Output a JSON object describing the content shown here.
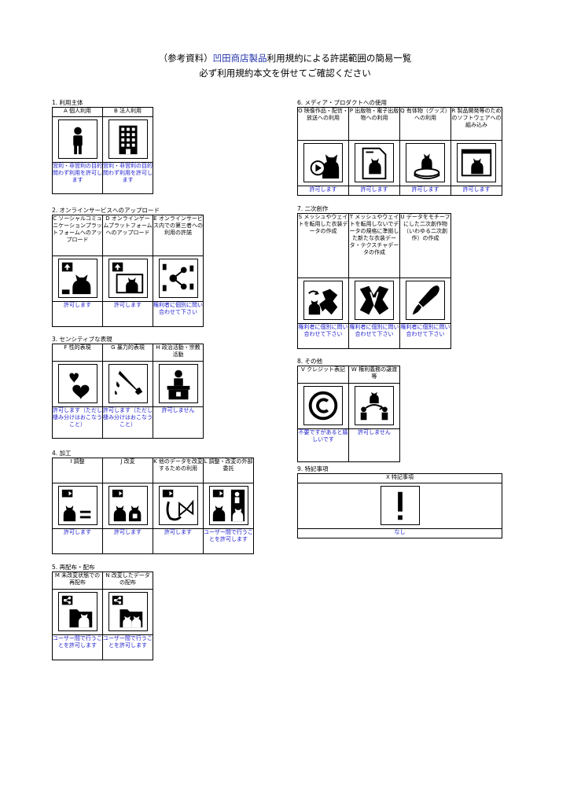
{
  "title": {
    "line1_pre": "（参考資料）",
    "line1_link": "凹田商店製品",
    "line1_post": "利用規約による許諾範囲の簡易一覧",
    "line2": "必ず利用規約本文を併せてご確認ください"
  },
  "sections": {
    "s1": {
      "title": "1. 利用主体",
      "items": [
        {
          "label": "A 個人利用",
          "result": "営利・非営利の目的問わず利用を許可します",
          "icon": "person-icon"
        },
        {
          "label": "B 法人利用",
          "result": "営利・非営利の目的問わず利用を許可します",
          "icon": "building-icon"
        }
      ]
    },
    "s2": {
      "title": "2. オンラインサービスへのアップロード",
      "items": [
        {
          "label": "C ソーシャルコミュニケーションプラットフォームへのアップロード",
          "result": "許可します",
          "icon": "upload-cat-icon"
        },
        {
          "label": "D オンラインゲームプラットフォームへのアップロード",
          "result": "許可します",
          "icon": "upload-screen-icon"
        },
        {
          "label": "E オンラインサービス内での第三者への利用の許諾",
          "result": "権利者に個別に問い合わせて下さい",
          "icon": "share-icon"
        }
      ]
    },
    "s3": {
      "title": "3. センシティブな表現",
      "items": [
        {
          "label": "F 性的表現",
          "result": "許可します（ただし棲み分けはおこなうこと）",
          "icon": "hearts-icon"
        },
        {
          "label": "G 暴力的表現",
          "result": "許可します（ただし棲み分けはおこなうこと）",
          "icon": "knife-icon"
        },
        {
          "label": "H 政治活動・宗教活動",
          "result": "許可しません",
          "icon": "podium-icon"
        }
      ]
    },
    "s4": {
      "title": "4. 加工",
      "items": [
        {
          "label": "I 調整",
          "result": "許可します",
          "icon": "adjust-icon"
        },
        {
          "label": "J 改変",
          "result": "許可します",
          "icon": "modify-icon"
        },
        {
          "label": "K 他のデータを改変するための利用",
          "result": "許可します",
          "icon": "reuse-icon"
        },
        {
          "label": "L 調整・改変の外部委託",
          "result": "ユーザー間で行うことを許可します",
          "icon": "outsource-icon"
        }
      ]
    },
    "s5": {
      "title": "5. 再配布・配布",
      "items": [
        {
          "label": "M 未改変状態での再配布",
          "result": "ユーザー間で行うことを許可します",
          "icon": "redistribute-icon"
        },
        {
          "label": "N 改変したデータの配布",
          "result": "ユーザー間で行うことを許可します",
          "icon": "distribute-icon"
        }
      ]
    },
    "s6": {
      "title": "6. メディア・プロダクトへの使用",
      "items": [
        {
          "label": "O 映像作品・配信・放送への利用",
          "result": "許可します",
          "icon": "video-icon"
        },
        {
          "label": "P 出版物・電子出版物への利用",
          "result": "許可します",
          "icon": "document-icon"
        },
        {
          "label": "Q 有体物（グッズ）への利用",
          "result": "許可します",
          "icon": "figure-icon"
        },
        {
          "label": "R 製品開発等のためのソフトウェアへの組み込み",
          "result": "許可します",
          "icon": "software-icon"
        }
      ]
    },
    "s7": {
      "title": "7. 二次創作",
      "items": [
        {
          "label": "S メッシュやウェイトを転用した衣装データの作成",
          "result": "権利者に個別に問い合わせて下さい",
          "icon": "clothing-icon"
        },
        {
          "label": "T メッシュやウェイトを転用しないでデータの規格に準拠した新たな衣装データ・テクスチャデータの作成",
          "result": "権利者に個別に問い合わせて下さい",
          "icon": "texture-icon"
        },
        {
          "label": "U データをモチーフにした二次創作物（いわゆる二次創作）の作成",
          "result": "権利者に個別に問い合わせて下さい",
          "icon": "brush-icon"
        }
      ]
    },
    "s8": {
      "title": "8. その他",
      "items": [
        {
          "label": "V クレジット表記",
          "result": "不要ですがあると嬉しいです",
          "icon": "copyright-icon"
        },
        {
          "label": "W 権利義務の譲渡等",
          "result": "許可しません",
          "icon": "transfer-icon"
        }
      ]
    },
    "s9": {
      "title": "9. 特記事項",
      "items": [
        {
          "label": "X 特記事項",
          "result": "なし",
          "icon": "exclamation-icon"
        }
      ]
    }
  }
}
